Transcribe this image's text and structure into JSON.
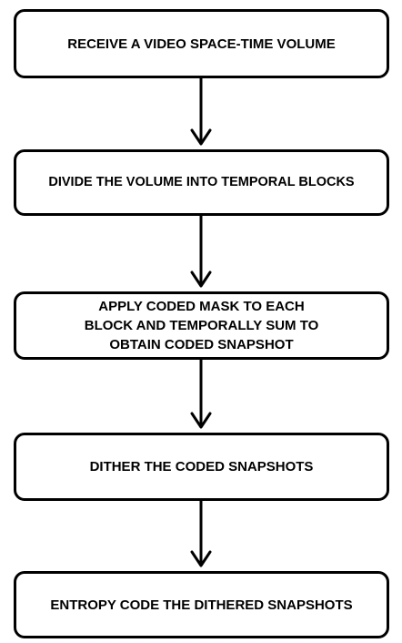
{
  "flowchart": {
    "steps": [
      {
        "label": "RECEIVE A VIDEO SPACE-TIME VOLUME"
      },
      {
        "label": "DIVIDE THE VOLUME INTO TEMPORAL BLOCKS"
      },
      {
        "label": "APPLY CODED MASK TO EACH\nBLOCK AND TEMPORALLY SUM TO\nOBTAIN CODED SNAPSHOT"
      },
      {
        "label": "DITHER THE CODED SNAPSHOTS"
      },
      {
        "label": "ENTROPY CODE THE DITHERED SNAPSHOTS"
      }
    ],
    "colors": {
      "stroke": "#000000",
      "fill": "#ffffff",
      "text": "#000000"
    }
  }
}
